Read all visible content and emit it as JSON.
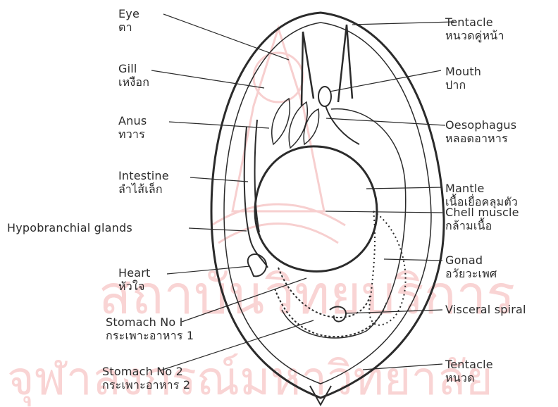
{
  "watermark": {
    "crest": "university-crest-watermark",
    "text_row_1": "สถาบันวิทยบริการ",
    "text_row_2": "จุฬาลงกรณ์มหาวิทยาลัย",
    "color": "#f4b8b8"
  },
  "labels": {
    "eye": {
      "en": "Eye",
      "th": "ตา"
    },
    "gill": {
      "en": "Gill",
      "th": "เหงือก"
    },
    "anus": {
      "en": "Anus",
      "th": "ทวาร"
    },
    "intestine": {
      "en": "Intestine",
      "th": "ลำไส้เล็ก"
    },
    "hypobranchial": {
      "en": "Hypobranchial  glands"
    },
    "heart": {
      "en": "Heart",
      "th": "หัวใจ"
    },
    "stomach1": {
      "en": "Stomach No I",
      "th": "กระเพาะอาหาร  1"
    },
    "stomach2": {
      "en": "Stomach  No 2",
      "th": "กระเพาะอาหาร  2"
    },
    "tentacle_top": {
      "en": "Tentacle",
      "th": "หนวดคู่หน้า"
    },
    "mouth": {
      "en": "Mouth",
      "th": "ปาก"
    },
    "oesophagus": {
      "en": "Oesophagus",
      "th": "หลอดอาหาร"
    },
    "mantle": {
      "en": "Mantle",
      "th": "เนื้อเยื่อคลุมตัว"
    },
    "shell_muscle": {
      "en": "Chell muscle",
      "th": "กล้ามเนื้อ"
    },
    "gonad": {
      "en": "Gonad",
      "th": "อวัยวะเพศ"
    },
    "visceral_spiral": {
      "en": "Visceral spiral"
    },
    "tentacle_bottom": {
      "en": "Tentacle",
      "th": "หนวด"
    }
  },
  "colors": {
    "ink": "#2b2b2b",
    "watermark": "#f4b8b8"
  }
}
